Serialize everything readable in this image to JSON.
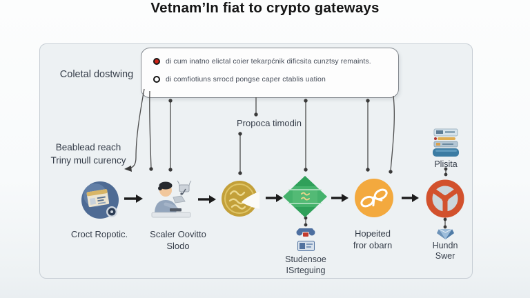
{
  "title": "Vetnam’In fiat to crypto gateways",
  "callout": {
    "bullets": [
      {
        "marker": "red-dot",
        "text": "di cum inatno elictal coier tekarpćnik dificsita cunztsy remaints."
      },
      {
        "marker": "black-ring",
        "text": "di comfiotiuns srrocd pongse caper ctablis uation"
      }
    ]
  },
  "annotations": {
    "top_left": "Coletal dostwing",
    "mid_left": [
      "Beablead reach",
      "Triny mull curency"
    ],
    "center": "Propoca timodin"
  },
  "flow": {
    "step1_label": "Croct Ropotic.",
    "step2_label": [
      "Scaler Oovitto",
      "Slodo"
    ],
    "step4_sublabel": [
      "Studensoe",
      "ISrteguing"
    ],
    "step5_label": [
      "Hopeited",
      "fror obarn"
    ],
    "step6_top_label": "Plisita",
    "step6_bottom_label": [
      "Hundn",
      "Swer"
    ]
  },
  "icons": {
    "flow_row": [
      "browser-robot-icon",
      "analyst-desk-icon",
      "gold-coin-icon",
      "green-diamond-icon",
      "ribbon-bow-icon",
      "red-wheel-icon"
    ],
    "auxiliary": [
      "books-stack-icon",
      "phone-icon",
      "card-icon",
      "gem-icon"
    ]
  },
  "colors": {
    "panel_bg": "#edf1f3",
    "callout_border": "#84898f",
    "bullet_red": "#cf2318",
    "browser_blue": "#4e6b94",
    "coin_gold": "#c3a039",
    "diamond_green": "#45b26c",
    "ribbon_orange": "#f3a93e",
    "wheel_red": "#d2512d",
    "book_blue": "#3c7ca3",
    "text": "#353d49"
  }
}
